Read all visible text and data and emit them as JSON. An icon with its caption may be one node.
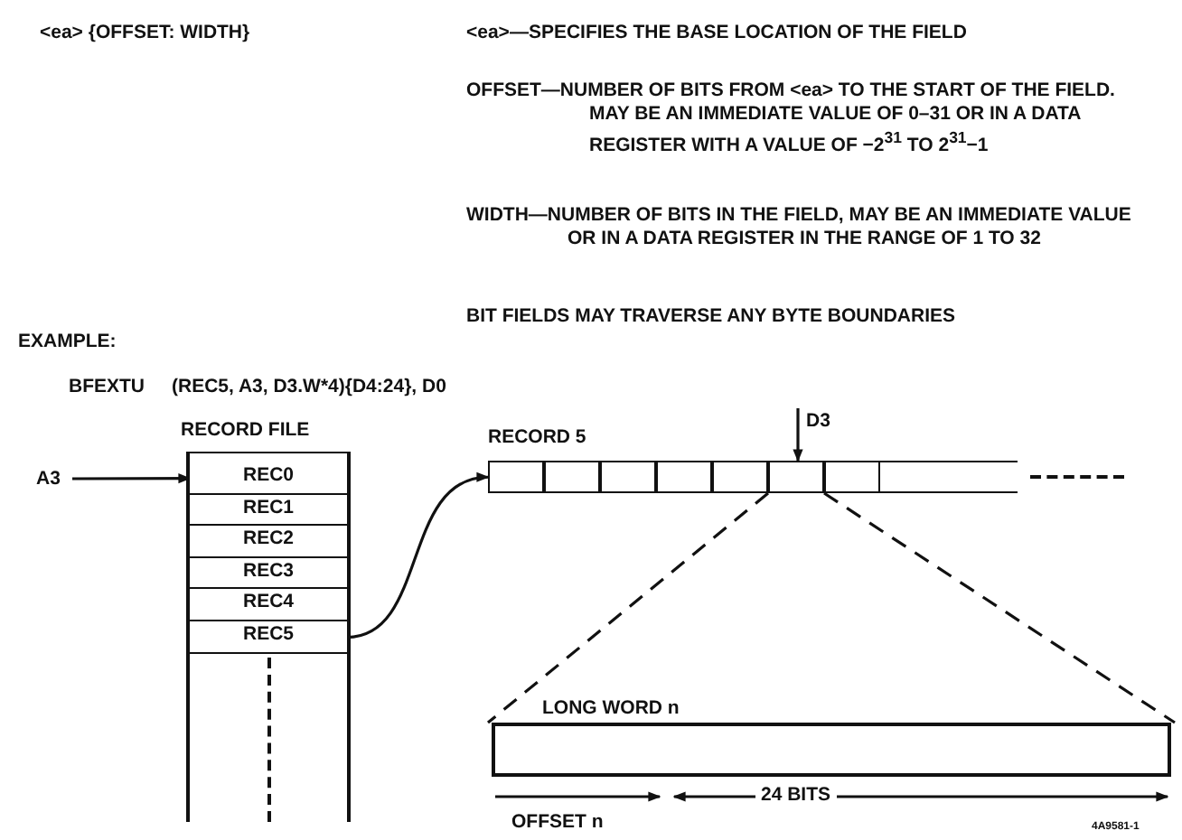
{
  "diagram": {
    "nodes": [
      {
        "text": [
          "A3"
        ]
      },
      {
        "text": [
          "RECORD FILE"
        ]
      },
      {
        "text": [
          "REC0"
        ],
        "in": 1
      },
      {
        "text": [
          "REC1"
        ],
        "in": 1
      },
      {
        "text": [
          "REC2"
        ],
        "in": 1
      },
      {
        "text": [
          "REC3"
        ],
        "in": 1
      },
      {
        "text": [
          "REC4"
        ],
        "in": 1
      },
      {
        "text": [
          "REC5"
        ],
        "in": 1
      },
      {
        "text": [
          "RECORD 5"
        ]
      },
      {
        "text": [],
        "shape": "box",
        "in": 8
      },
      {
        "text": [],
        "shape": "box",
        "in": 8
      },
      {
        "text": [],
        "shape": "box",
        "in": 8
      },
      {
        "text": [],
        "shape": "box",
        "in": 8
      },
      {
        "text": [],
        "shape": "box",
        "in": 8
      },
      {
        "text": [],
        "shape": "box",
        "in": 8
      },
      {
        "text": [],
        "shape": "box",
        "in": 8
      },
      {
        "text": [
          "D3"
        ]
      },
      {
        "text": [
          "LONG WORD n"
        ]
      }
    ],
    "edges": [
      {
        "from": 0,
        "to": 2,
        "arrow": "to"
      },
      {
        "from": 7,
        "to": 8,
        "arrow": "to"
      },
      {
        "from": 16,
        "to": 14,
        "arrow": "to"
      },
      {
        "from": 14,
        "to": 17,
        "arrow": "none",
        "style": "dashed"
      },
      {
        "from": 14,
        "to": 17,
        "arrow": "none",
        "style": "dashed"
      }
    ],
    "labels": [
      "<ea> {OFFSET: WIDTH}",
      "<ea>—SPECIFIES THE BASE LOCATION OF THE FIELD",
      "OFFSET—NUMBER OF BITS FROM <ea> TO THE START OF THE FIELD. MAY BE AN IMMEDIATE VALUE OF 0–31 OR IN A DATA REGISTER WITH A VALUE OF −2$^{31}$ TO 2$^{31}$−1",
      "WIDTH—NUMBER OF BITS IN THE FIELD, MAY BE AN IMMEDIATE VALUE OR IN A DATA REGISTER IN THE RANGE OF 1 TO 32",
      "BIT FIELDS MAY TRAVERSE ANY BYTE BOUNDARIES",
      "EXAMPLE:",
      "BFEXTU",
      "(REC5, A3, D3.W*4){D4:24}, D0",
      "OFFSET n",
      "24 BITS",
      "4A9581-1"
    ]
  }
}
